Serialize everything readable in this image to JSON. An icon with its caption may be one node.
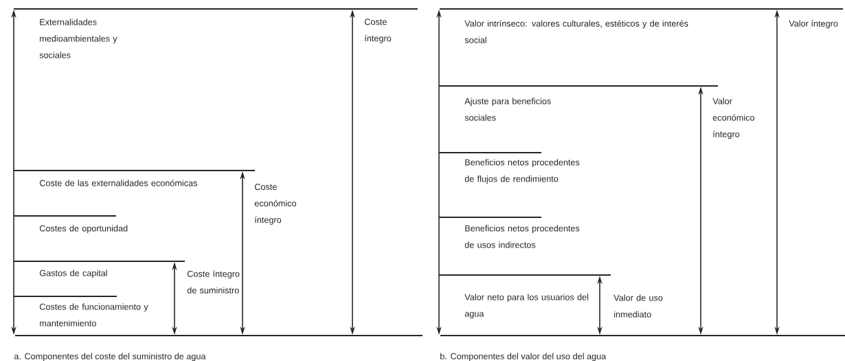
{
  "diagram": {
    "labels": [
      "Externalidades medioambientales y sociales",
      "Coste íntegro",
      "Coste de las externalidades económicas",
      "Coste económico íntegro",
      "Costes de oportunidad",
      "Gastos de capital",
      "Coste íntegro de suministro",
      "Costes de funcionamiento y mantenimiento",
      "a. Componentes del coste del suministro de agua",
      "Valor intrínseco: valores culturales, estéticos y de interés social",
      "Valor íntegro",
      "Ajuste para beneficios sociales",
      "Valor económico íntegro",
      "Beneficios netos procedentes de flujos de rendimiento",
      "Beneficios netos procedentes de usos indirectos",
      "Valor neto para los usuarios del agua",
      "Valor de uso inmediato",
      "b. Componentes del valor del uso del agua"
    ]
  }
}
